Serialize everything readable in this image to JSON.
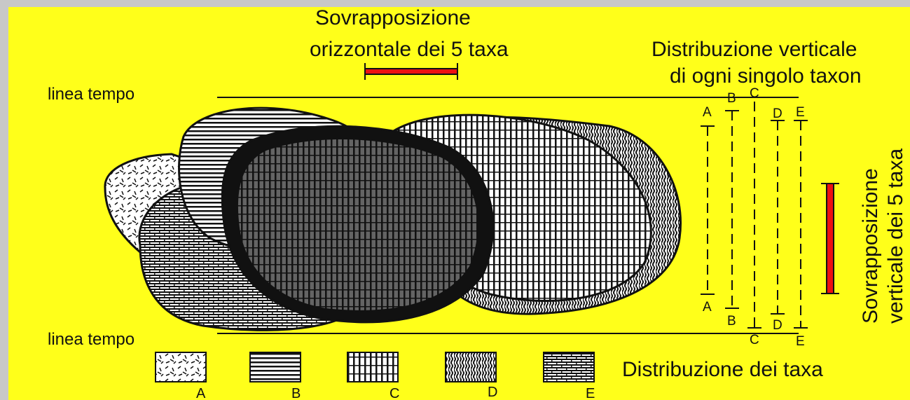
{
  "horizontal_overlap": {
    "line1": "Sovrapposizione",
    "line2": "orizzontale dei 5 taxa"
  },
  "vertical_distribution": {
    "line1": "Distribuzione verticale",
    "line2": "di ogni singolo taxon"
  },
  "time_line_top": "linea tempo",
  "time_line_bottom": "linea tempo",
  "vertical_overlap": {
    "line1": "Sovrapposizione",
    "line2": "verticale dei 5 taxa"
  },
  "taxa_distribution_title": "Distribuzione dei taxa",
  "legend": [
    {
      "label": "A",
      "pattern": "dashes"
    },
    {
      "label": "B",
      "pattern": "horizontal-lines"
    },
    {
      "label": "C",
      "pattern": "vertical-bricks"
    },
    {
      "label": "D",
      "pattern": "vertical-waves"
    },
    {
      "label": "E",
      "pattern": "horizontal-bricks"
    }
  ],
  "ranges": [
    {
      "top": "A",
      "bottom": "A"
    },
    {
      "top": "B",
      "bottom": "B"
    },
    {
      "top": "C",
      "bottom": "C"
    },
    {
      "top": "D",
      "bottom": "D"
    },
    {
      "top": "E",
      "bottom": "E"
    }
  ],
  "colors": {
    "background": "#ffff1a",
    "frame": "#c8c8c8",
    "highlight": "#ee1111",
    "ink": "#111111"
  }
}
